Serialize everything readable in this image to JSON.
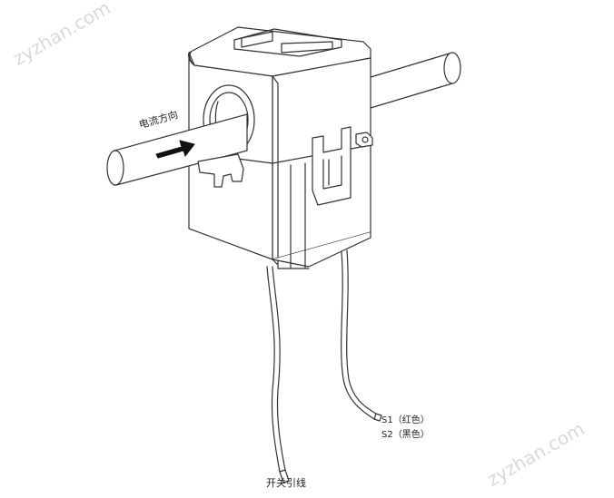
{
  "labels": {
    "current_direction": "电流方向",
    "s1": "S1（红色）",
    "s2": "S2（黑色）",
    "switch_lead": "开关引线"
  },
  "watermark": "zyzhan.com",
  "colors": {
    "line": "#333333",
    "arrow": "#111111",
    "body_fill": "#ffffff"
  }
}
